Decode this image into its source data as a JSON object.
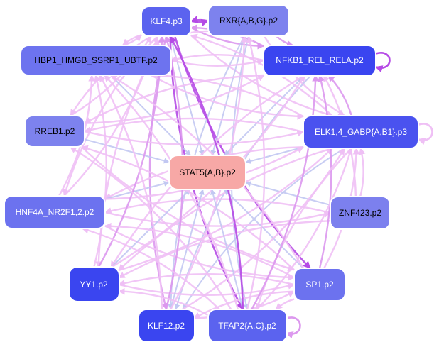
{
  "palette": {
    "blue_strong": "#3a45f0",
    "blue_mid": "#5a62f0",
    "blue_light": "#7c80ee",
    "target_fill": "#f7a8a6",
    "edge_light_pink": "#efc0f5",
    "edge_pink": "#dc98ee",
    "edge_purple": "#b54ae6",
    "edge_blue_grey": "#c2c8f2"
  },
  "nodes": [
    {
      "id": "KLF4",
      "label": "KLF4.p3",
      "fill": "#5b63ef",
      "text_color": "#ffffff"
    },
    {
      "id": "RXR",
      "label": "RXR{A,B,G}.p2",
      "fill": "#7d82ee",
      "text_color": "#000000"
    },
    {
      "id": "HBP1",
      "label": "HBP1_HMGB_SSRP1_UBTF.p2",
      "fill": "#6d73ef",
      "text_color": "#000000"
    },
    {
      "id": "NFKB1",
      "label": "NFKB1_REL_RELA.p2",
      "fill": "#3a45f0",
      "text_color": "#ffffff"
    },
    {
      "id": "RREB1",
      "label": "RREB1.p2",
      "fill": "#7d82ee",
      "text_color": "#000000"
    },
    {
      "id": "ELK1",
      "label": "ELK1,4_GABP{A,B1}.p3",
      "fill": "#4a52ef",
      "text_color": "#ffffff"
    },
    {
      "id": "STAT5",
      "label": "STAT5{A,B}.p2",
      "fill": "#f7a8a6",
      "text_color": "#000000"
    },
    {
      "id": "HNF4A",
      "label": "HNF4A_NR2F1,2.p2",
      "fill": "#6c72ef",
      "text_color": "#ffffff"
    },
    {
      "id": "ZNF423",
      "label": "ZNF423.p2",
      "fill": "#7c80ee",
      "text_color": "#000000"
    },
    {
      "id": "YY1",
      "label": "YY1.p2",
      "fill": "#3a45f0",
      "text_color": "#ffffff"
    },
    {
      "id": "SP1",
      "label": "SP1.p2",
      "fill": "#6c72ef",
      "text_color": "#ffffff"
    },
    {
      "id": "KLF12",
      "label": "KLF12.p2",
      "fill": "#3a45f0",
      "text_color": "#ffffff"
    },
    {
      "id": "TFAP2",
      "label": "TFAP2{A,C}.p2",
      "fill": "#5b63ef",
      "text_color": "#ffffff"
    }
  ],
  "edges": [
    {
      "from": "KLF4",
      "to": "RXR",
      "color": "#b54ae6"
    },
    {
      "from": "RXR",
      "to": "KLF4",
      "color": "#b54ae6"
    },
    {
      "from": "KLF4",
      "to": "NFKB1",
      "color": "#dc98ee"
    },
    {
      "from": "KLF4",
      "to": "HBP1",
      "color": "#efc0f5"
    },
    {
      "from": "KLF4",
      "to": "ELK1",
      "color": "#efc0f5"
    },
    {
      "from": "KLF4",
      "to": "STAT5",
      "color": "#c2c8f2"
    },
    {
      "from": "KLF4",
      "to": "SP1",
      "color": "#b54ae6"
    },
    {
      "from": "KLF4",
      "to": "TFAP2",
      "color": "#b54ae6"
    },
    {
      "from": "KLF4",
      "to": "KLF12",
      "color": "#dc98ee"
    },
    {
      "from": "KLF4",
      "to": "YY1",
      "color": "#efc0f5"
    },
    {
      "from": "KLF4",
      "to": "RREB1",
      "color": "#efc0f5"
    },
    {
      "from": "KLF4",
      "to": "HNF4A",
      "color": "#efc0f5"
    },
    {
      "from": "RXR",
      "to": "STAT5",
      "color": "#c2c8f2"
    },
    {
      "from": "RXR",
      "to": "NFKB1",
      "color": "#dc98ee"
    },
    {
      "from": "RXR",
      "to": "ELK1",
      "color": "#efc0f5"
    },
    {
      "from": "RXR",
      "to": "HBP1",
      "color": "#efc0f5"
    },
    {
      "from": "RXR",
      "to": "KLF12",
      "color": "#c2c8f2"
    },
    {
      "from": "RXR",
      "to": "TFAP2",
      "color": "#c2c8f2"
    },
    {
      "from": "HBP1",
      "to": "STAT5",
      "color": "#c2c8f2"
    },
    {
      "from": "HBP1",
      "to": "KLF4",
      "color": "#efc0f5"
    },
    {
      "from": "HBP1",
      "to": "NFKB1",
      "color": "#efc0f5"
    },
    {
      "from": "HBP1",
      "to": "ELK1",
      "color": "#efc0f5"
    },
    {
      "from": "NFKB1",
      "to": "STAT5",
      "color": "#c2c8f2"
    },
    {
      "from": "NFKB1",
      "to": "KLF4",
      "color": "#dc98ee"
    },
    {
      "from": "NFKB1",
      "to": "HBP1",
      "color": "#efc0f5"
    },
    {
      "from": "NFKB1",
      "to": "RREB1",
      "color": "#efc0f5"
    },
    {
      "from": "NFKB1",
      "to": "YY1",
      "color": "#efc0f5"
    },
    {
      "from": "NFKB1",
      "to": "KLF12",
      "color": "#c2c8f2"
    },
    {
      "from": "RREB1",
      "to": "STAT5",
      "color": "#c2c8f2"
    },
    {
      "from": "RREB1",
      "to": "ELK1",
      "color": "#efc0f5"
    },
    {
      "from": "RREB1",
      "to": "KLF4",
      "color": "#efc0f5"
    },
    {
      "from": "RREB1",
      "to": "NFKB1",
      "color": "#efc0f5"
    },
    {
      "from": "RREB1",
      "to": "SP1",
      "color": "#efc0f5"
    },
    {
      "from": "ELK1",
      "to": "STAT5",
      "color": "#c2c8f2"
    },
    {
      "from": "ELK1",
      "to": "HBP1",
      "color": "#efc0f5"
    },
    {
      "from": "ELK1",
      "to": "RREB1",
      "color": "#efc0f5"
    },
    {
      "from": "ELK1",
      "to": "HNF4A",
      "color": "#efc0f5"
    },
    {
      "from": "ELK1",
      "to": "YY1",
      "color": "#efc0f5"
    },
    {
      "from": "ELK1",
      "to": "KLF12",
      "color": "#c2c8f2"
    },
    {
      "from": "ELK1",
      "to": "TFAP2",
      "color": "#efc0f5"
    },
    {
      "from": "ELK1",
      "to": "KLF4",
      "color": "#efc0f5"
    },
    {
      "from": "ELK1",
      "to": "NFKB1",
      "color": "#dc98ee"
    },
    {
      "from": "HNF4A",
      "to": "STAT5",
      "color": "#c2c8f2"
    },
    {
      "from": "HNF4A",
      "to": "ELK1",
      "color": "#efc0f5"
    },
    {
      "from": "HNF4A",
      "to": "ZNF423",
      "color": "#efc0f5"
    },
    {
      "from": "HNF4A",
      "to": "KLF4",
      "color": "#efc0f5"
    },
    {
      "from": "HNF4A",
      "to": "HBP1",
      "color": "#efc0f5"
    },
    {
      "from": "HNF4A",
      "to": "SP1",
      "color": "#efc0f5"
    },
    {
      "from": "ZNF423",
      "to": "STAT5",
      "color": "#c2c8f2"
    },
    {
      "from": "ZNF423",
      "to": "ELK1",
      "color": "#efc0f5"
    },
    {
      "from": "ZNF423",
      "to": "HNF4A",
      "color": "#efc0f5"
    },
    {
      "from": "ZNF423",
      "to": "NFKB1",
      "color": "#efc0f5"
    },
    {
      "from": "ZNF423",
      "to": "YY1",
      "color": "#efc0f5"
    },
    {
      "from": "YY1",
      "to": "STAT5",
      "color": "#c2c8f2"
    },
    {
      "from": "YY1",
      "to": "KLF4",
      "color": "#dc98ee"
    },
    {
      "from": "YY1",
      "to": "ELK1",
      "color": "#efc0f5"
    },
    {
      "from": "YY1",
      "to": "SP1",
      "color": "#efc0f5"
    },
    {
      "from": "YY1",
      "to": "NFKB1",
      "color": "#efc0f5"
    },
    {
      "from": "YY1",
      "to": "HBP1",
      "color": "#efc0f5"
    },
    {
      "from": "SP1",
      "to": "STAT5",
      "color": "#c2c8f2"
    },
    {
      "from": "SP1",
      "to": "HBP1",
      "color": "#efc0f5"
    },
    {
      "from": "SP1",
      "to": "ELK1",
      "color": "#efc0f5"
    },
    {
      "from": "SP1",
      "to": "YY1",
      "color": "#efc0f5"
    },
    {
      "from": "SP1",
      "to": "HNF4A",
      "color": "#efc0f5"
    },
    {
      "from": "SP1",
      "to": "RREB1",
      "color": "#efc0f5"
    },
    {
      "from": "SP1",
      "to": "NFKB1",
      "color": "#dc98ee"
    },
    {
      "from": "SP1",
      "to": "TFAP2",
      "color": "#efc0f5"
    },
    {
      "from": "SP1",
      "to": "KLF12",
      "color": "#efc0f5"
    },
    {
      "from": "KLF12",
      "to": "STAT5",
      "color": "#c2c8f2"
    },
    {
      "from": "KLF12",
      "to": "KLF4",
      "color": "#dc98ee"
    },
    {
      "from": "KLF12",
      "to": "ELK1",
      "color": "#efc0f5"
    },
    {
      "from": "KLF12",
      "to": "HBP1",
      "color": "#efc0f5"
    },
    {
      "from": "KLF12",
      "to": "RXR",
      "color": "#efc0f5"
    },
    {
      "from": "KLF12",
      "to": "SP1",
      "color": "#efc0f5"
    },
    {
      "from": "TFAP2",
      "to": "STAT5",
      "color": "#c2c8f2"
    },
    {
      "from": "TFAP2",
      "to": "KLF4",
      "color": "#b54ae6"
    },
    {
      "from": "TFAP2",
      "to": "ELK1",
      "color": "#efc0f5"
    },
    {
      "from": "TFAP2",
      "to": "HBP1",
      "color": "#efc0f5"
    },
    {
      "from": "TFAP2",
      "to": "NFKB1",
      "color": "#dc98ee"
    },
    {
      "from": "TFAP2",
      "to": "RREB1",
      "color": "#efc0f5"
    },
    {
      "from": "TFAP2",
      "to": "YY1",
      "color": "#efc0f5"
    },
    {
      "from": "TFAP2",
      "to": "HNF4A",
      "color": "#efc0f5"
    },
    {
      "from": "TFAP2",
      "to": "RXR",
      "color": "#efc0f5"
    }
  ],
  "self_loops": [
    {
      "node": "NFKB1",
      "color": "#b54ae6"
    },
    {
      "node": "ELK1",
      "color": "#efc0f5"
    },
    {
      "node": "TFAP2",
      "color": "#dc98ee"
    }
  ]
}
